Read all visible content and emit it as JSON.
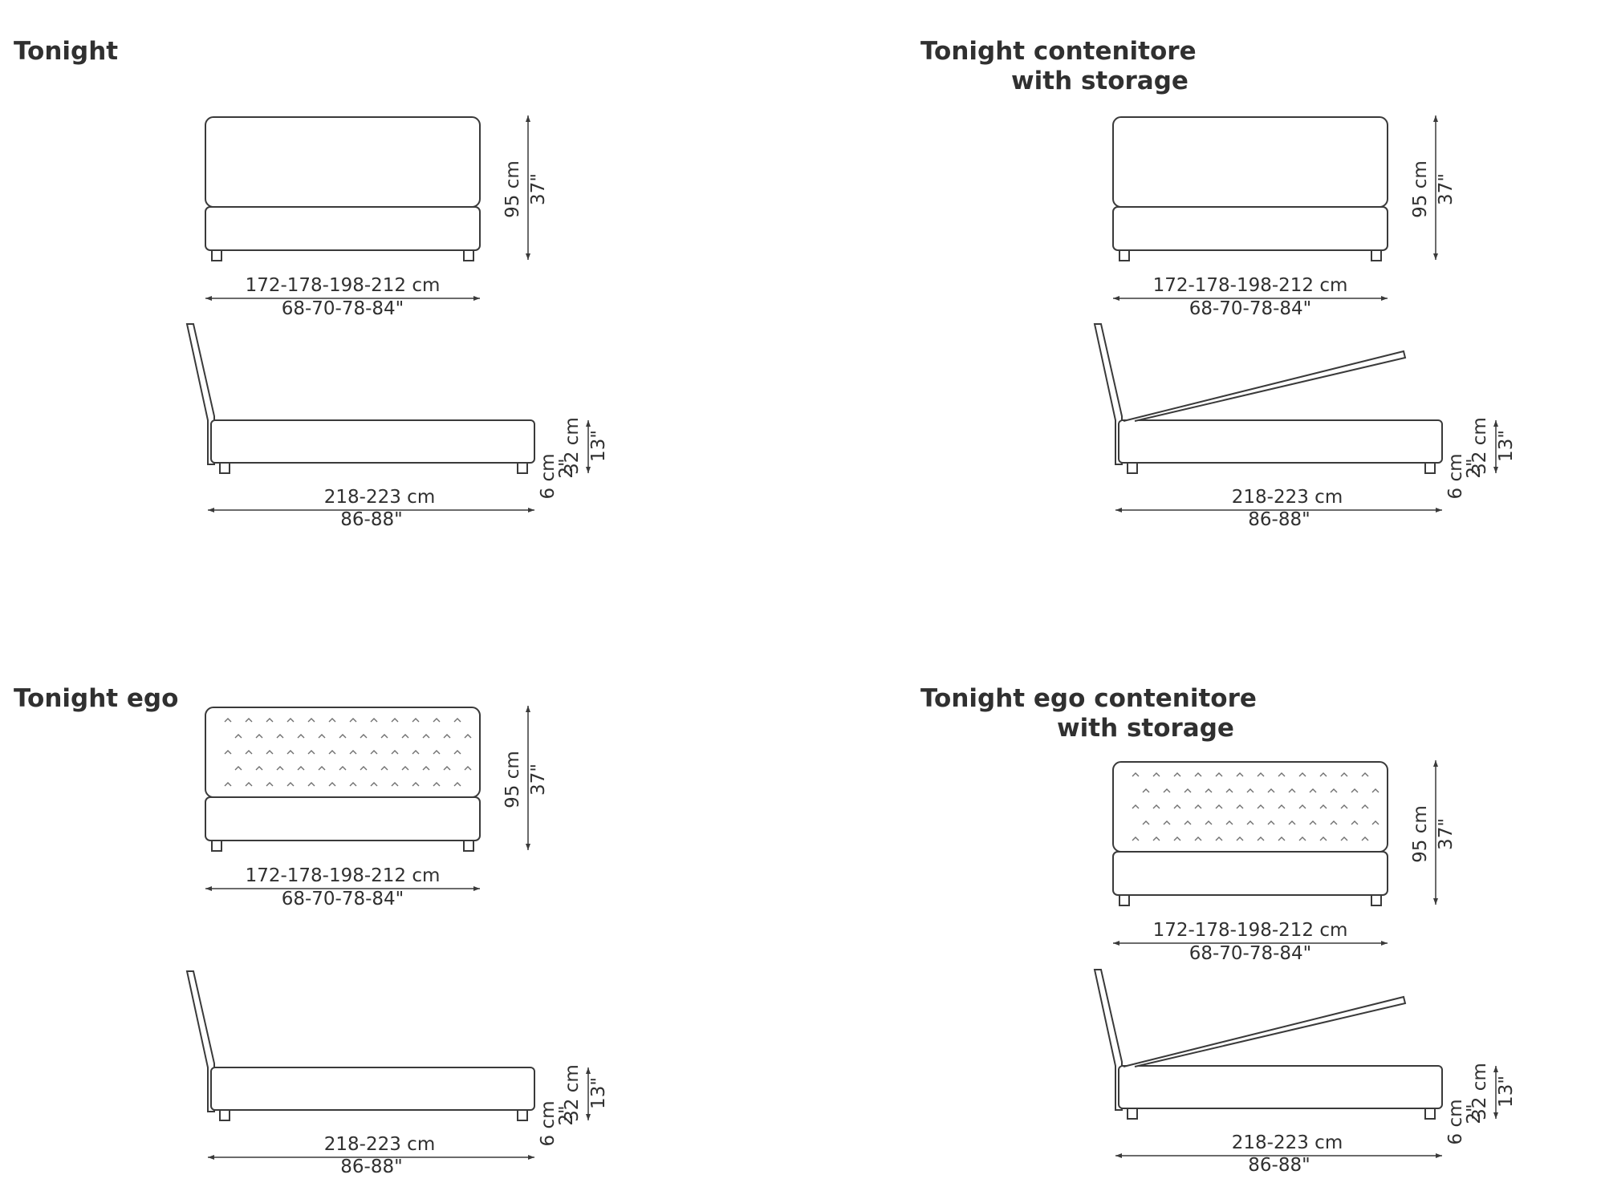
{
  "colors": {
    "line": "#3a3a3a",
    "text": "#303030",
    "background": "#ffffff"
  },
  "models": [
    {
      "title_lines": [
        "Tonight"
      ],
      "headboard": "plain",
      "storage": false,
      "width_cm": "172-178-198-212 cm",
      "width_in": "68-70-78-84\"",
      "height_cm": "95 cm",
      "height_in": "37\"",
      "length_cm": "218-223 cm",
      "length_in": "86-88\"",
      "frame_cm": "32 cm",
      "frame_in": "13\"",
      "foot_cm": "6 cm",
      "foot_in": "2\""
    },
    {
      "title_lines": [
        "Tonight contenitore",
        "with storage"
      ],
      "headboard": "plain",
      "storage": true,
      "width_cm": "172-178-198-212 cm",
      "width_in": "68-70-78-84\"",
      "height_cm": "95 cm",
      "height_in": "37\"",
      "length_cm": "218-223 cm",
      "length_in": "86-88\"",
      "frame_cm": "32 cm",
      "frame_in": "13\"",
      "foot_cm": "6 cm",
      "foot_in": "2\""
    },
    {
      "title_lines": [
        "Tonight ego"
      ],
      "headboard": "quilted",
      "storage": false,
      "width_cm": "172-178-198-212 cm",
      "width_in": "68-70-78-84\"",
      "height_cm": "95 cm",
      "height_in": "37\"",
      "length_cm": "218-223 cm",
      "length_in": "86-88\"",
      "frame_cm": "32 cm",
      "frame_in": "13\"",
      "foot_cm": "6 cm",
      "foot_in": "2\""
    },
    {
      "title_lines": [
        "Tonight ego contenitore",
        "with storage"
      ],
      "headboard": "quilted",
      "storage": true,
      "width_cm": "172-178-198-212 cm",
      "width_in": "68-70-78-84\"",
      "height_cm": "95 cm",
      "height_in": "37\"",
      "length_cm": "218-223 cm",
      "length_in": "86-88\"",
      "frame_cm": "32 cm",
      "frame_in": "13\"",
      "foot_cm": "6 cm",
      "foot_in": "2\""
    }
  ]
}
